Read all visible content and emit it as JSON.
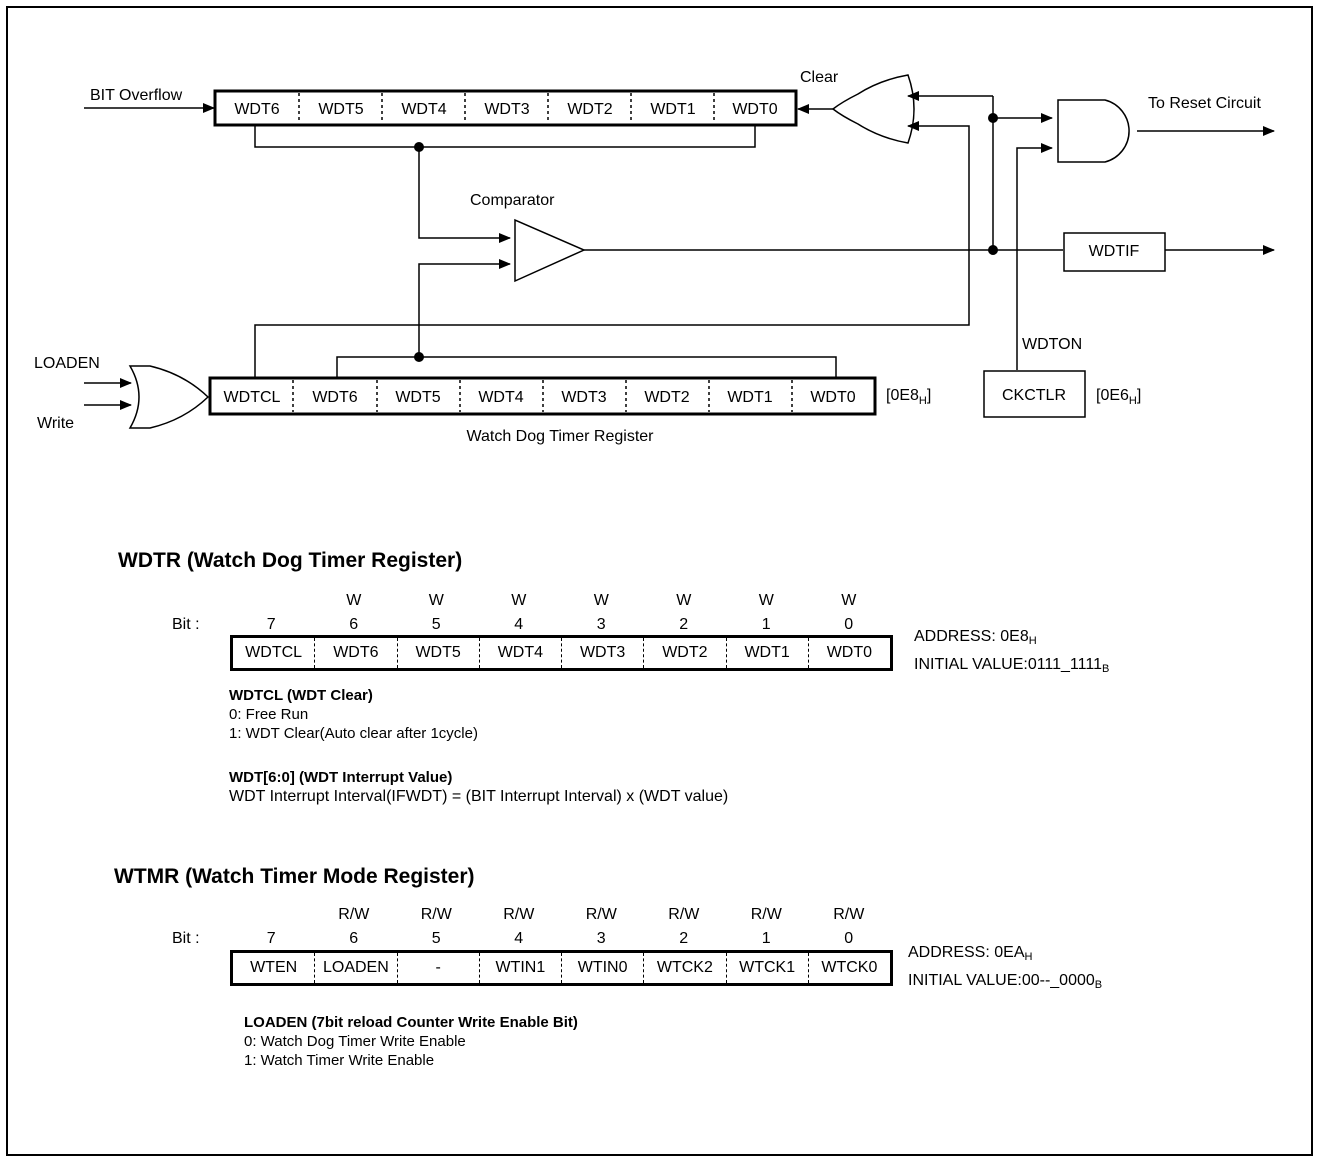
{
  "diagram": {
    "bit_overflow": "BIT Overflow",
    "clear": "Clear",
    "to_reset": "To Reset Circuit",
    "comparator": "Comparator",
    "wdtif": "WDTIF",
    "wdton": "WDTON",
    "ckctlr": "CKCTLR",
    "ckctlr_addr": "[0E6",
    "ckctlr_addr_sub": "H",
    "ckctlr_addr_end": "]",
    "loaden": "LOADEN",
    "write": "Write",
    "counter_cells": [
      "WDT6",
      "WDT5",
      "WDT4",
      "WDT3",
      "WDT2",
      "WDT1",
      "WDT0"
    ],
    "reg_cells": [
      "WDTCL",
      "WDT6",
      "WDT5",
      "WDT4",
      "WDT3",
      "WDT2",
      "WDT1",
      "WDT0"
    ],
    "reg_addr": "[0E8",
    "reg_addr_sub": "H",
    "reg_addr_end": "]",
    "reg_caption": "Watch Dog Timer Register"
  },
  "wdtr": {
    "title": "WDTR (Watch Dog Timer Register)",
    "bit_label": "Bit :",
    "access": [
      "",
      "W",
      "W",
      "W",
      "W",
      "W",
      "W",
      "W"
    ],
    "bits": [
      "7",
      "6",
      "5",
      "4",
      "3",
      "2",
      "1",
      "0"
    ],
    "cells": [
      "WDTCL",
      "WDT6",
      "WDT5",
      "WDT4",
      "WDT3",
      "WDT2",
      "WDT1",
      "WDT0"
    ],
    "address_label": "ADDRESS: 0E8",
    "address_sub": "H",
    "initial_label": "INITIAL VALUE:0111_1111",
    "initial_sub": "B",
    "desc1_head": "WDTCL (WDT Clear)",
    "desc1_lines": [
      "0: Free Run",
      "1: WDT Clear(Auto clear after 1cycle)"
    ],
    "desc2_head": "WDT[6:0] (WDT Interrupt Value)",
    "desc2_lines": [
      "WDT Interrupt Interval(IFWDT) =  (BIT Interrupt Interval) x (WDT value)"
    ]
  },
  "wtmr": {
    "title": "WTMR (Watch Timer Mode Register)",
    "bit_label": "Bit :",
    "access": [
      "",
      "R/W",
      "R/W",
      "R/W",
      "R/W",
      "R/W",
      "R/W",
      "R/W"
    ],
    "bits": [
      "7",
      "6",
      "5",
      "4",
      "3",
      "2",
      "1",
      "0"
    ],
    "cells": [
      "WTEN",
      "LOADEN",
      "-",
      "WTIN1",
      "WTIN0",
      "WTCK2",
      "WTCK1",
      "WTCK0"
    ],
    "address_label": "ADDRESS: 0EA",
    "address_sub": "H",
    "initial_label": "INITIAL VALUE:00--_0000",
    "initial_sub": "B",
    "desc1_head": "LOADEN (7bit reload Counter Write Enable Bit)",
    "desc1_lines": [
      "0: Watch Dog Timer Write Enable",
      "1: Watch Timer Write Enable"
    ]
  }
}
